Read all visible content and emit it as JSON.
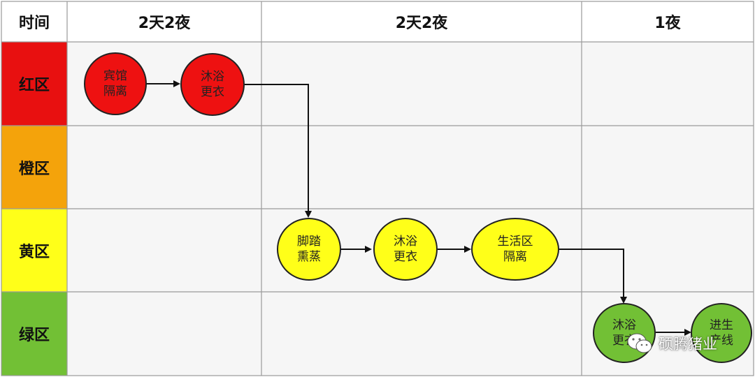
{
  "header": {
    "corner": "时间",
    "col1": "2天2夜",
    "col2": "2天2夜",
    "col3": "1夜"
  },
  "zones": {
    "red": {
      "label": "红区",
      "color": "#e81010"
    },
    "orange": {
      "label": "橙区",
      "color": "#f4a30b"
    },
    "yellow": {
      "label": "黄区",
      "color": "#ffff19"
    },
    "green": {
      "label": "绿区",
      "color": "#72c035"
    }
  },
  "nodes": {
    "hotel": {
      "line1": "宾馆",
      "line2": "隔离",
      "fill": "#ee1111"
    },
    "shower_red": {
      "line1": "沐浴",
      "line2": "更衣",
      "fill": "#ee1111"
    },
    "foot_bath": {
      "line1": "脚踏",
      "line2": "熏蒸",
      "fill": "#ffff19"
    },
    "shower_yellow": {
      "line1": "沐浴",
      "line2": "更衣",
      "fill": "#ffff19"
    },
    "living_area": {
      "line1": "生活区",
      "line2": "隔离",
      "fill": "#ffff19"
    },
    "shower_green": {
      "line1": "沐浴",
      "line2": "更衣",
      "fill": "#72c035"
    },
    "enter_line": {
      "line1": "进生",
      "line2": "产线",
      "fill": "#72c035"
    }
  },
  "watermark": {
    "text": "硕腾猪业",
    "icon": "wechat-icon"
  }
}
